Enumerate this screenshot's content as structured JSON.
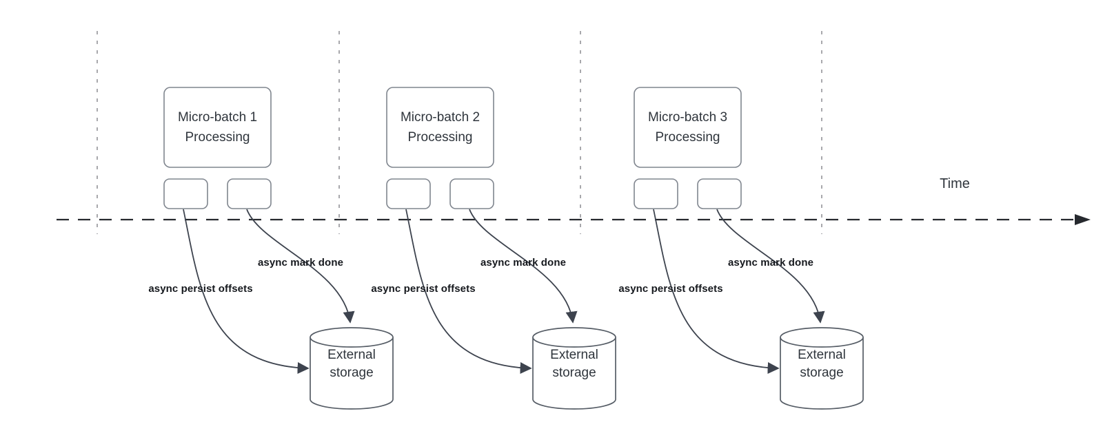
{
  "diagram": {
    "time_axis": {
      "label": "Time"
    },
    "batches": [
      {
        "box_label": "Micro-batch 1 Processing",
        "persist_arrow_label": "async persist offsets",
        "mark_done_arrow_label": "async mark done",
        "storage_label": "External storage"
      },
      {
        "box_label": "Micro-batch 2 Processing",
        "persist_arrow_label": "async persist offsets",
        "mark_done_arrow_label": "async mark done",
        "storage_label": "External storage"
      },
      {
        "box_label": "Micro-batch 3 Processing",
        "persist_arrow_label": "async persist offsets",
        "mark_done_arrow_label": "async mark done",
        "storage_label": "External storage"
      }
    ],
    "colors": {
      "background": "#ffffff",
      "time_axis": "#26292e",
      "gridline": "#a8a8ac",
      "arrow": "#3d434e",
      "node_border": "#7f858e",
      "cylinder_border": "#565d66",
      "node_text": "#2f353c",
      "arrow_label_text": "#15181d"
    }
  }
}
